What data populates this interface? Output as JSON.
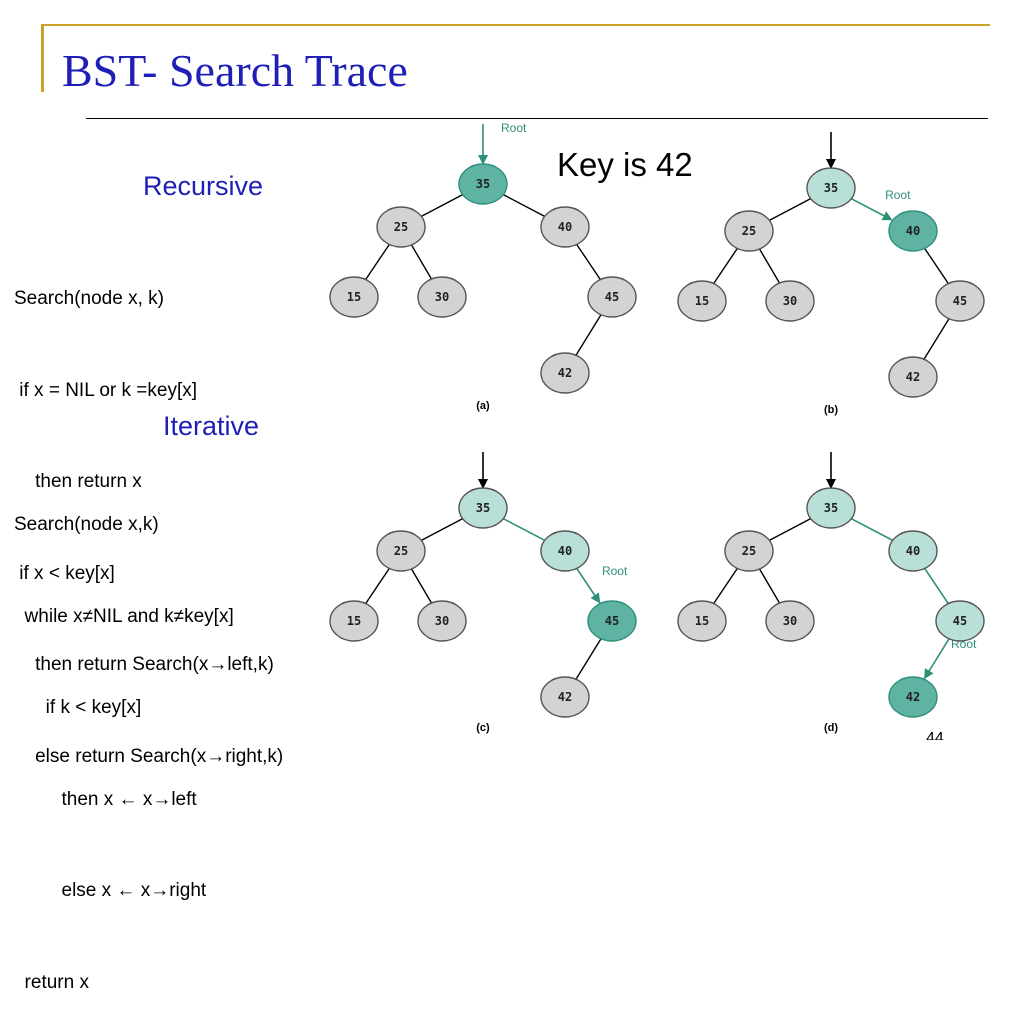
{
  "title": "BST- Search Trace",
  "key_label": "Key is 42",
  "recursive": {
    "heading": "Recursive",
    "lines": [
      "Search(node x, k)",
      " if x = NIL or k =key[x]",
      "    then return x",
      " if x < key[x]",
      "    then return Search(x→left,k)",
      "    else return Search(x→right,k)"
    ]
  },
  "iterative": {
    "heading": "Iterative",
    "lines": [
      "Search(node x,k)",
      "  while x≠NIL and k≠key[x]",
      "      if k < key[x]",
      "         then x ← x→left",
      "         else x ← x→right",
      "  return x"
    ]
  },
  "page_number": "44",
  "root_label": "Root",
  "colors": {
    "title": "#1f1fb8",
    "frame": "#c9a227",
    "node_default": "#d3d3d3",
    "node_visited": "#b9e0d8",
    "node_current": "#5fb3a3",
    "node_stroke_current": "#2e8f7c",
    "edge_visited": "#2e8f7c"
  },
  "tree": {
    "nodes": [
      {
        "id": "n35",
        "key": "35"
      },
      {
        "id": "n25",
        "key": "25"
      },
      {
        "id": "n40",
        "key": "40"
      },
      {
        "id": "n15",
        "key": "15"
      },
      {
        "id": "n30",
        "key": "30"
      },
      {
        "id": "n45",
        "key": "45"
      },
      {
        "id": "n42",
        "key": "42"
      }
    ],
    "edges": [
      [
        "n35",
        "n25"
      ],
      [
        "n35",
        "n40"
      ],
      [
        "n25",
        "n15"
      ],
      [
        "n25",
        "n30"
      ],
      [
        "n40",
        "n45"
      ],
      [
        "n45",
        "n42"
      ]
    ]
  },
  "panels": [
    {
      "label": "(a)",
      "path": [
        "n35"
      ],
      "current": "n35"
    },
    {
      "label": "(b)",
      "path": [
        "n35",
        "n40"
      ],
      "current": "n40"
    },
    {
      "label": "(c)",
      "path": [
        "n35",
        "n40",
        "n45"
      ],
      "current": "n45"
    },
    {
      "label": "(d)",
      "path": [
        "n35",
        "n40",
        "n45",
        "n42"
      ],
      "current": "n42"
    }
  ]
}
